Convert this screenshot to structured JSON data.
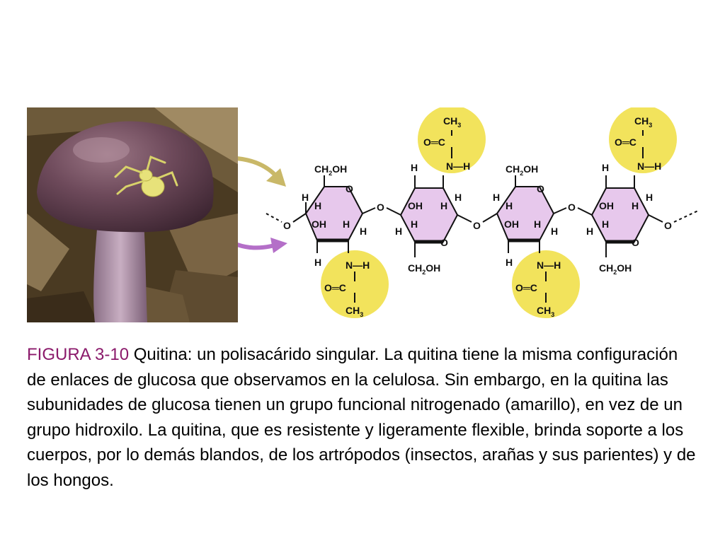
{
  "colors": {
    "figure_label": "#8b1a6b",
    "ring_fill": "#e7c8ec",
    "highlight_yellow": "#f2e35c",
    "arrow_yellow": "#c9b868",
    "arrow_purple": "#b46fc8"
  },
  "photo": {
    "icon": "mushroom-with-crab-spider-photo"
  },
  "diagram": {
    "labels": {
      "ch2oh": [
        "CH",
        "2",
        "OH"
      ],
      "oh": "OH",
      "h": "H",
      "o": "O",
      "nh": "N—H",
      "oc": "O═C",
      "ch3": [
        "CH",
        "3"
      ]
    }
  },
  "caption": {
    "label": "FIGURA 3-10",
    "text": " Quitina: un polisacárido singular. La quitina tiene la misma configuración de enlaces de glucosa que observamos en la celulosa. Sin embargo, en la quitina las subunidades de glucosa tienen un grupo funcional nitrogenado (amarillo), en vez de un grupo hidroxilo. La quitina, que es resistente y ligeramente flexible, brinda soporte a los cuerpos, por lo demás blandos, de los artrópodos (insectos, arañas y sus parientes) y de los hongos."
  }
}
